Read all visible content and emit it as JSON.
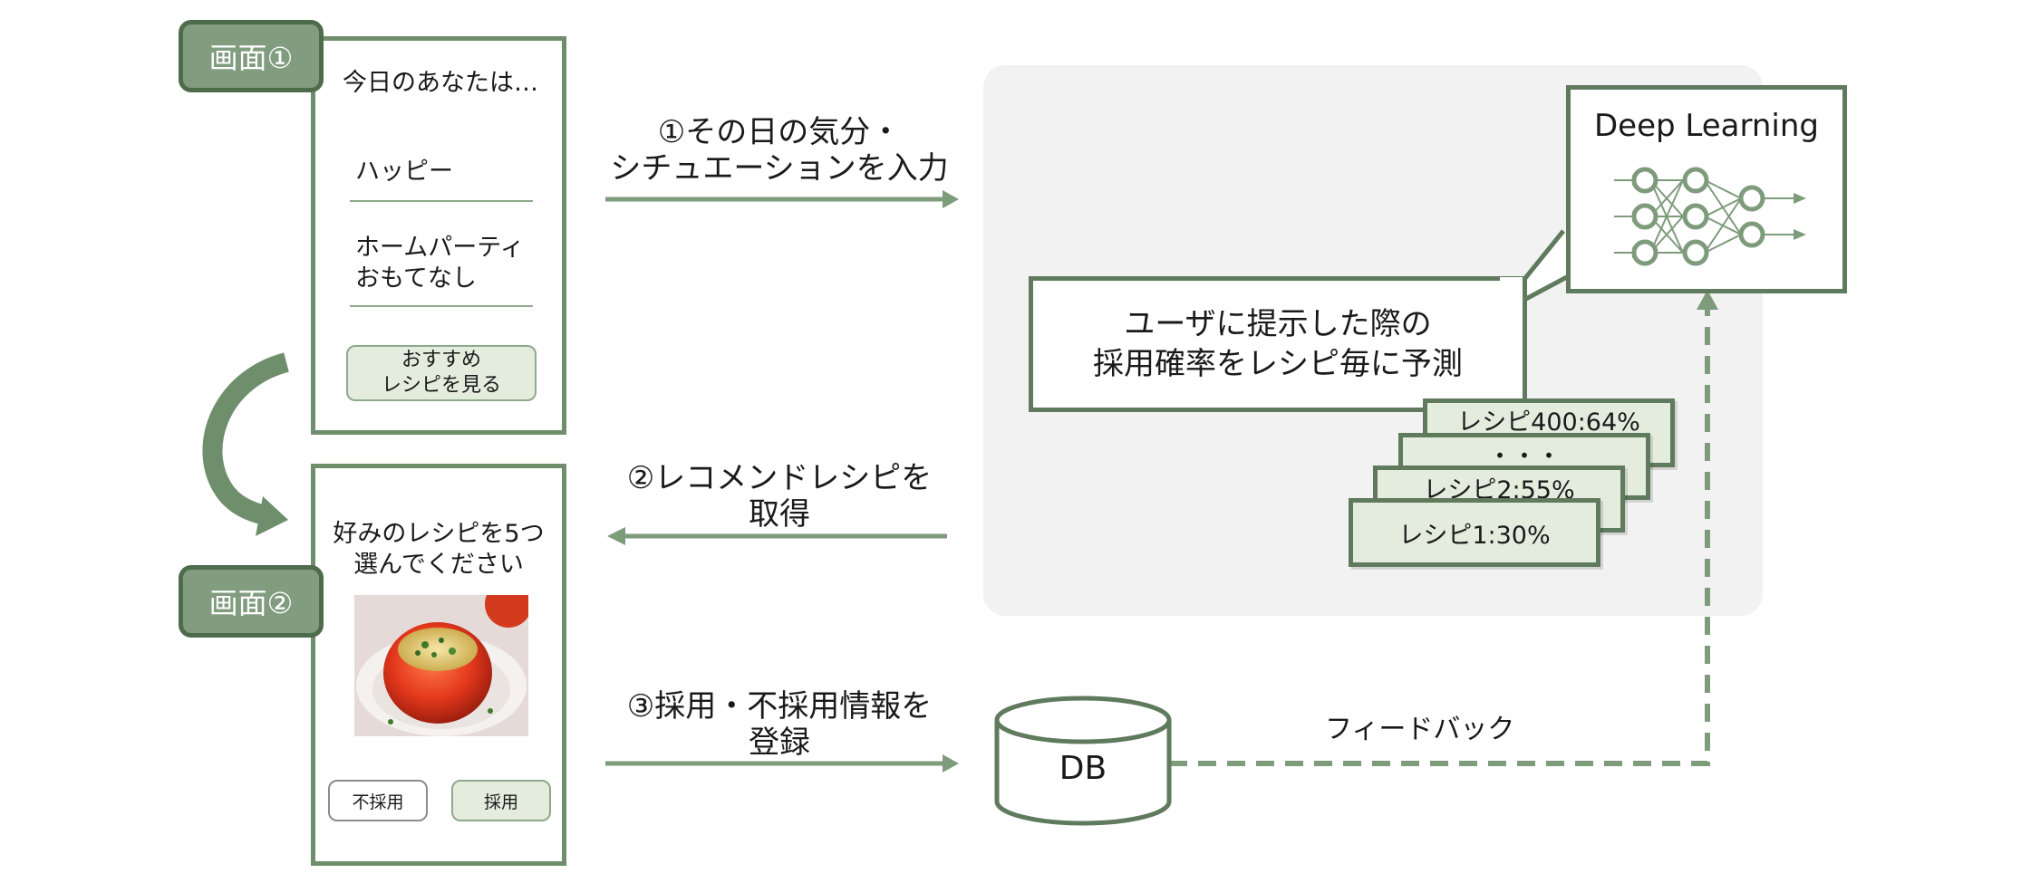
{
  "screen1": {
    "tag": "画面①",
    "prompt": "今日のあなたは…",
    "option1": "ハッピー",
    "option2_line1": "ホームパーティ",
    "option2_line2": "おもてなし",
    "button_line1": "おすすめ",
    "button_line2": "レシピを見る"
  },
  "screen2": {
    "tag": "画面②",
    "prompt_line1": "好みのレシピを5つ",
    "prompt_line2": "選んでください",
    "image_icon": "stuffed-tomato-photo",
    "reject_label": "不採用",
    "accept_label": "採用"
  },
  "steps": {
    "step1_line1": "①その日の気分・",
    "step1_line2": "シチュエーションを入力",
    "step2_line1": "②レコメンドレシピを",
    "step2_line2": "取得",
    "step3_line1": "③採用・不採用情報を",
    "step3_line2": "登録"
  },
  "model": {
    "deep_learning": "Deep Learning",
    "predict_line1": "ユーザに提示した際の",
    "predict_line2": "採用確率をレシピ毎に予測",
    "recipes": [
      "レシピ400:64%",
      "・・・",
      "レシピ2:55%",
      "レシピ1:30%"
    ]
  },
  "db": {
    "label": "DB",
    "feedback": "フィードバック"
  },
  "colors": {
    "green_dark": "#5f7a5c",
    "green_mid": "#819c7e",
    "green_light": "#e3ecdd",
    "panel": "#f2f2f2"
  }
}
